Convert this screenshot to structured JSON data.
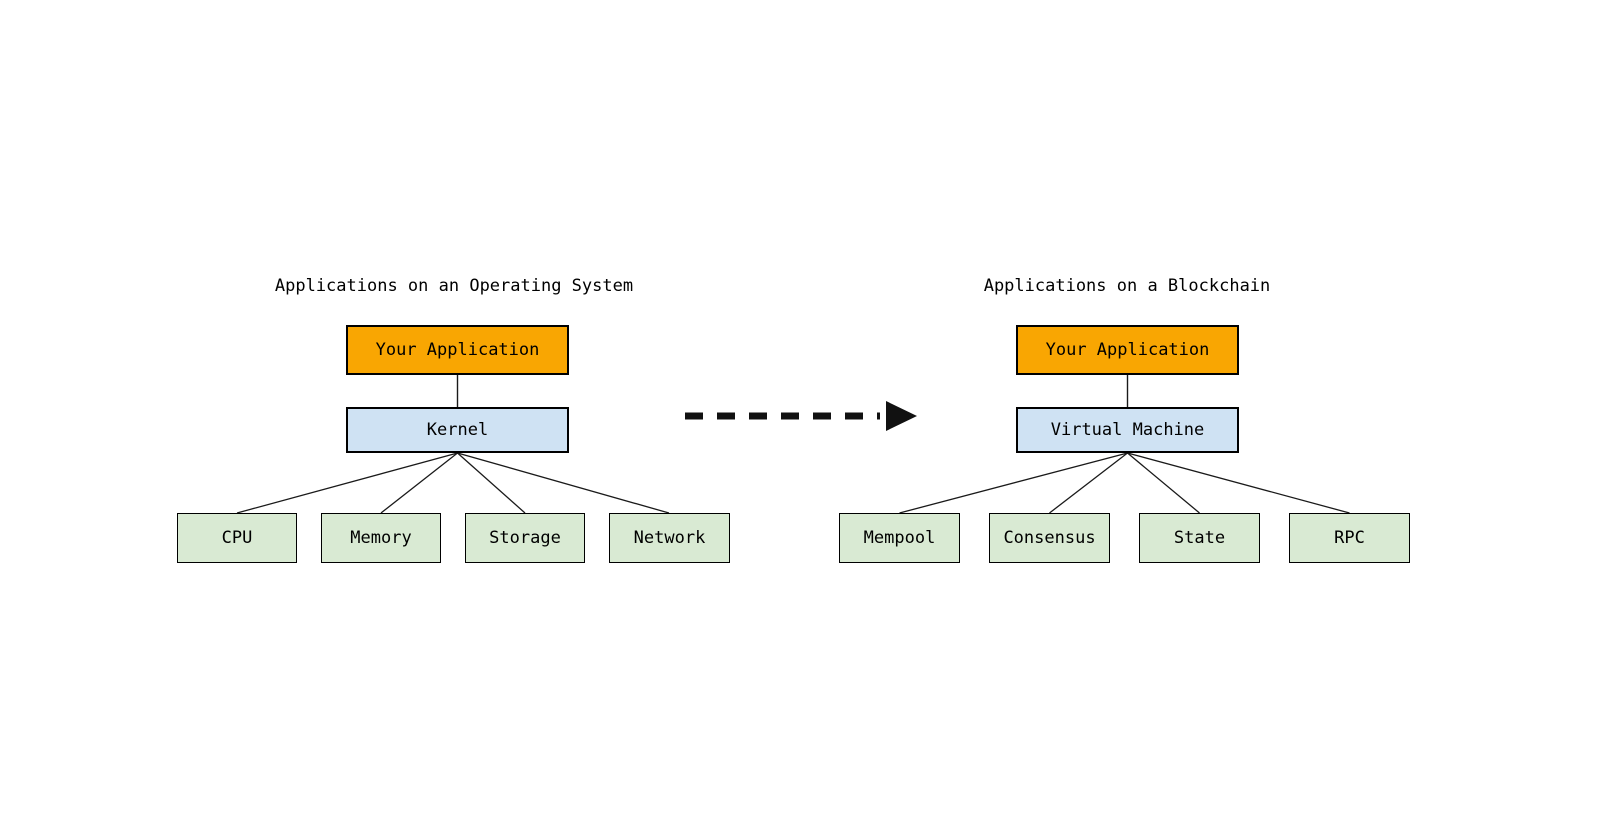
{
  "page": {
    "background": "#ffffff"
  },
  "colors": {
    "app_box_fill": "#F9A602",
    "system_box_fill": "#CFE2F3",
    "component_box_fill": "#D9EAD3",
    "box_border": "#000000",
    "line_color": "#1a1a1a",
    "arrow_color": "#111111"
  },
  "diagrams": [
    {
      "title": "Applications on an Operating System",
      "top_box": {
        "label": "Your Application"
      },
      "middle_box": {
        "label": "Kernel"
      },
      "children": [
        {
          "label": "CPU"
        },
        {
          "label": "Memory"
        },
        {
          "label": "Storage"
        },
        {
          "label": "Network"
        }
      ]
    },
    {
      "title": "Applications on a Blockchain",
      "top_box": {
        "label": "Your Application"
      },
      "middle_box": {
        "label": "Virtual Machine"
      },
      "children": [
        {
          "label": "Mempool"
        },
        {
          "label": "Consensus"
        },
        {
          "label": "State"
        },
        {
          "label": "RPC"
        }
      ]
    }
  ],
  "arrow": {
    "direction": "right",
    "style": "dashed"
  }
}
